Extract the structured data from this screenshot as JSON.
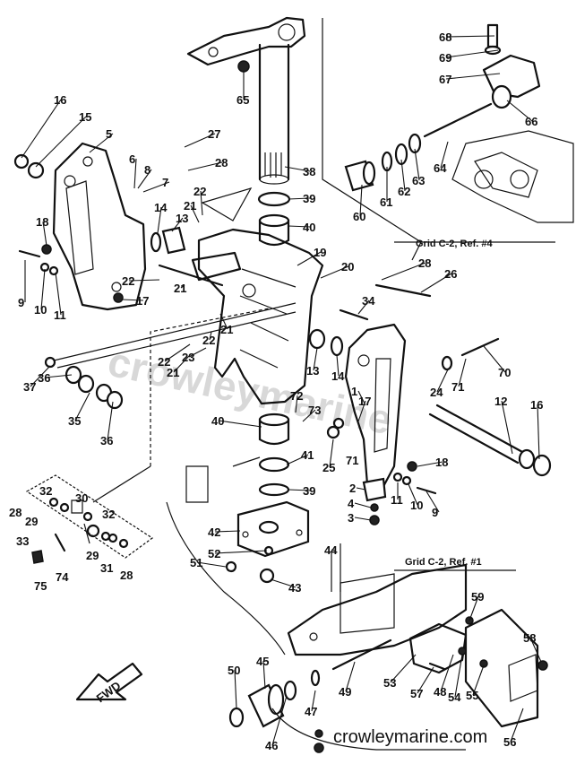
{
  "diagram": {
    "parts": [
      {
        "id": "p1",
        "label": "1"
      },
      {
        "id": "p2",
        "label": "2"
      },
      {
        "id": "p3",
        "label": "3"
      },
      {
        "id": "p4",
        "label": "4"
      },
      {
        "id": "p5",
        "label": "5"
      },
      {
        "id": "p6",
        "label": "6"
      },
      {
        "id": "p7",
        "label": "7"
      },
      {
        "id": "p8",
        "label": "8"
      },
      {
        "id": "p9a",
        "label": "9"
      },
      {
        "id": "p9b",
        "label": "9"
      },
      {
        "id": "p10a",
        "label": "10"
      },
      {
        "id": "p10b",
        "label": "10"
      },
      {
        "id": "p11a",
        "label": "11"
      },
      {
        "id": "p11b",
        "label": "11"
      },
      {
        "id": "p12",
        "label": "12"
      },
      {
        "id": "p13a",
        "label": "13"
      },
      {
        "id": "p13b",
        "label": "13"
      },
      {
        "id": "p14a",
        "label": "14"
      },
      {
        "id": "p14b",
        "label": "14"
      },
      {
        "id": "p15",
        "label": "15"
      },
      {
        "id": "p16a",
        "label": "16"
      },
      {
        "id": "p16b",
        "label": "16"
      },
      {
        "id": "p17a",
        "label": "17"
      },
      {
        "id": "p17b",
        "label": "17"
      },
      {
        "id": "p18a",
        "label": "18"
      },
      {
        "id": "p18b",
        "label": "18"
      },
      {
        "id": "p19",
        "label": "19"
      },
      {
        "id": "p20",
        "label": "20"
      },
      {
        "id": "p21a",
        "label": "21"
      },
      {
        "id": "p21b",
        "label": "21"
      },
      {
        "id": "p21c",
        "label": "21"
      },
      {
        "id": "p21d",
        "label": "21"
      },
      {
        "id": "p22a",
        "label": "22"
      },
      {
        "id": "p22b",
        "label": "22"
      },
      {
        "id": "p22c",
        "label": "22"
      },
      {
        "id": "p22d",
        "label": "22"
      },
      {
        "id": "p23",
        "label": "23"
      },
      {
        "id": "p24",
        "label": "24"
      },
      {
        "id": "p25",
        "label": "25"
      },
      {
        "id": "p26",
        "label": "26"
      },
      {
        "id": "p27",
        "label": "27"
      },
      {
        "id": "p28a",
        "label": "28"
      },
      {
        "id": "p28b",
        "label": "28"
      },
      {
        "id": "p28c",
        "label": "28"
      },
      {
        "id": "p28d",
        "label": "28"
      },
      {
        "id": "p29a",
        "label": "29"
      },
      {
        "id": "p29b",
        "label": "29"
      },
      {
        "id": "p30",
        "label": "30"
      },
      {
        "id": "p31",
        "label": "31"
      },
      {
        "id": "p32a",
        "label": "32"
      },
      {
        "id": "p32b",
        "label": "32"
      },
      {
        "id": "p33",
        "label": "33"
      },
      {
        "id": "p34",
        "label": "34"
      },
      {
        "id": "p35",
        "label": "35"
      },
      {
        "id": "p36a",
        "label": "36"
      },
      {
        "id": "p36b",
        "label": "36"
      },
      {
        "id": "p37",
        "label": "37"
      },
      {
        "id": "p38",
        "label": "38"
      },
      {
        "id": "p39a",
        "label": "39"
      },
      {
        "id": "p39b",
        "label": "39"
      },
      {
        "id": "p40a",
        "label": "40"
      },
      {
        "id": "p40b",
        "label": "40"
      },
      {
        "id": "p41",
        "label": "41"
      },
      {
        "id": "p42",
        "label": "42"
      },
      {
        "id": "p43",
        "label": "43"
      },
      {
        "id": "p44",
        "label": "44"
      },
      {
        "id": "p45",
        "label": "45"
      },
      {
        "id": "p46",
        "label": "46"
      },
      {
        "id": "p47",
        "label": "47"
      },
      {
        "id": "p48",
        "label": "48"
      },
      {
        "id": "p49",
        "label": "49"
      },
      {
        "id": "p50",
        "label": "50"
      },
      {
        "id": "p51",
        "label": "51"
      },
      {
        "id": "p52",
        "label": "52"
      },
      {
        "id": "p53",
        "label": "53"
      },
      {
        "id": "p54",
        "label": "54"
      },
      {
        "id": "p55",
        "label": "55"
      },
      {
        "id": "p56",
        "label": "56"
      },
      {
        "id": "p57",
        "label": "57"
      },
      {
        "id": "p58",
        "label": "58"
      },
      {
        "id": "p59",
        "label": "59"
      },
      {
        "id": "p60",
        "label": "60"
      },
      {
        "id": "p61",
        "label": "61"
      },
      {
        "id": "p62",
        "label": "62"
      },
      {
        "id": "p63",
        "label": "63"
      },
      {
        "id": "p64",
        "label": "64"
      },
      {
        "id": "p65",
        "label": "65"
      },
      {
        "id": "p66",
        "label": "66"
      },
      {
        "id": "p67",
        "label": "67"
      },
      {
        "id": "p68",
        "label": "68"
      },
      {
        "id": "p69",
        "label": "69"
      },
      {
        "id": "p70",
        "label": "70"
      },
      {
        "id": "p71a",
        "label": "71"
      },
      {
        "id": "p71b",
        "label": "71"
      },
      {
        "id": "p72",
        "label": "72"
      },
      {
        "id": "p73",
        "label": "73"
      },
      {
        "id": "p74",
        "label": "74"
      },
      {
        "id": "p75",
        "label": "75"
      }
    ],
    "grid_refs": {
      "ref4": "Grid C-2, Ref. #4",
      "ref1": "Grid C-2, Ref. #1"
    },
    "fwd_arrow_label": "FWD",
    "watermark": "crowleymarine",
    "credit": "crowleymarine.com"
  }
}
